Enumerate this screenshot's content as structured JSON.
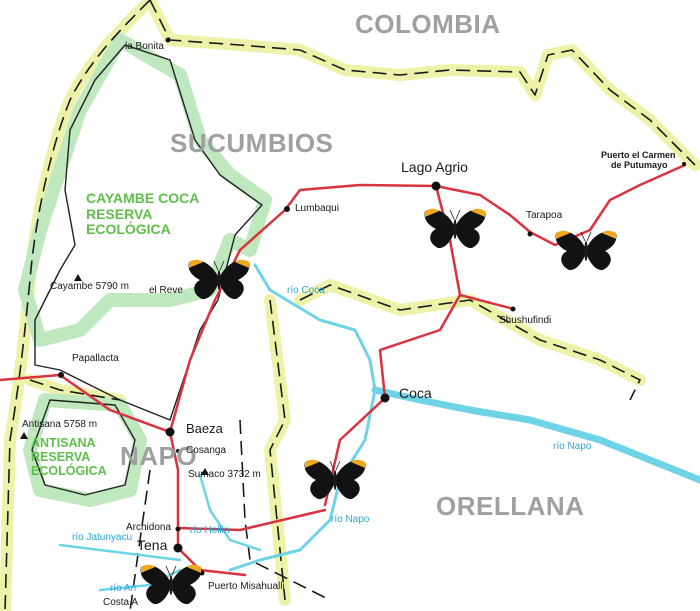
{
  "regions": {
    "colombia": "COLOMBIA",
    "sucumbios": "SUCUMBIOS",
    "napo": "NAPO",
    "orellana": "ORELLANA"
  },
  "reserves": {
    "cayambe": [
      "CAYAMBE COCA",
      "RESERVA",
      "ECOLÓGICA"
    ],
    "antisana": [
      "ANTISANA",
      "RESERVA",
      "ECOLÓGICA"
    ]
  },
  "places": {
    "la_bonita": "la Bonita",
    "lago_agrio": "Lago Agrio",
    "puerto_carmen_1": "Puerto el Carmen",
    "puerto_carmen_2": "de Putumayo",
    "lumbaqui": "Lumbaqui",
    "tarapoa": "Tarapoa",
    "shushufindi": "Shushufindi",
    "el_reve": "el Reve",
    "cayambe": "Cayambe 5790 m",
    "papallacta": "Papallacta",
    "antisana": "Antisana 5758 m",
    "baeza": "Baeza",
    "cosanga": "Cosanga",
    "sumaco": "Sumaco 3732 m",
    "coca": "Coca",
    "archidona": "Archidona",
    "tena": "Tena",
    "puerto_misahualli": "Puerto Misahualli",
    "costa": "Costa A"
  },
  "rivers": {
    "coca": "río Coca",
    "napo_east": "río Napo",
    "napo_south": "río Napo",
    "hollin": "río Hollin",
    "jatunyacu": "río Jatunyacu",
    "an": "río An"
  },
  "colors": {
    "road": "#d9333f",
    "river": "#6fd3e6",
    "border_highlight": "#eef2a8",
    "reserve_green": "#bfe8bf",
    "region_label": "#a0a0a0",
    "reserve_label": "#5fbf4a",
    "butterfly_orange": "#f0a81e"
  },
  "butterflies": [
    {
      "name": "butterfly-el-reventador"
    },
    {
      "name": "butterfly-lago-agrio"
    },
    {
      "name": "butterfly-tarapoa"
    },
    {
      "name": "butterfly-rio-napo"
    },
    {
      "name": "butterfly-puerto-misahualli"
    }
  ]
}
